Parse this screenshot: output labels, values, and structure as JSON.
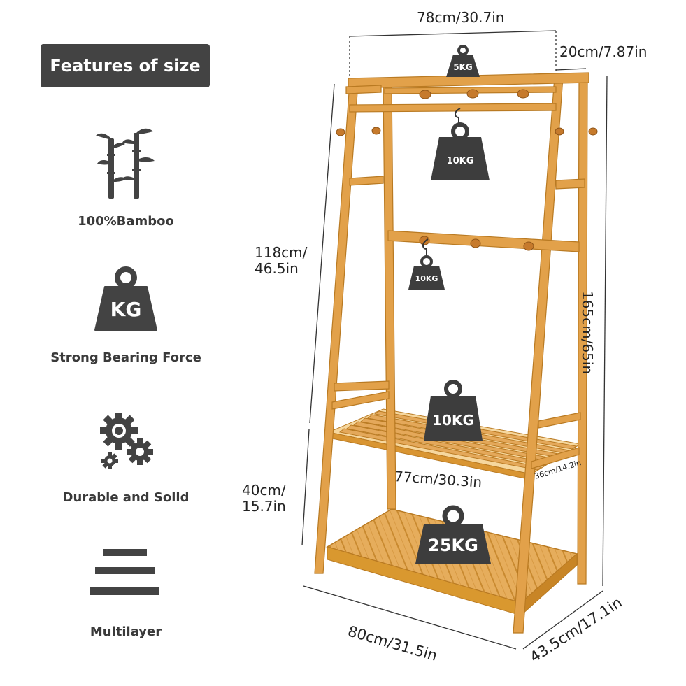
{
  "header": {
    "title": "Features of size"
  },
  "features": [
    {
      "label": "100%Bamboo",
      "icon": "bamboo-icon"
    },
    {
      "label": "Strong Bearing Force",
      "icon": "kg-weight-icon",
      "icon_text": "KG"
    },
    {
      "label": "Durable and Solid",
      "icon": "gears-icon"
    },
    {
      "label": "Multilayer",
      "icon": "layers-icon"
    }
  ],
  "dimensions": {
    "top_width": "78cm/30.7in",
    "top_depth": "20cm/7.87in",
    "upper_height_line1": "118cm/",
    "upper_height_line2": "46.5in",
    "total_height": "165cm/65in",
    "lower_height_line1": "40cm/",
    "lower_height_line2": "15.7in",
    "shelf_width": "77cm/30.3in",
    "shelf_depth": "36cm/14.2in",
    "bottom_width": "80cm/31.5in",
    "bottom_depth": "43.5cm/17.1in"
  },
  "loads": {
    "top_shelf": "5KG",
    "hanging_rod": "10KG",
    "hook": "10KG",
    "middle_shelf": "10KG",
    "bottom_shelf": "25KG"
  },
  "colors": {
    "badge_bg": "#434343",
    "icon_gray": "#434343",
    "bamboo_light": "#e8b060",
    "bamboo_dark": "#c98a30",
    "weight_gray": "#3d3d3d"
  }
}
